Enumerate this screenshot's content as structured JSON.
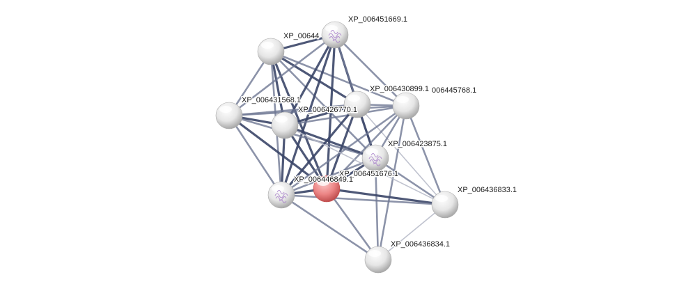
{
  "colors": {
    "edge_strong": "#3b4668",
    "edge_medium": "#6f7893",
    "edge_light": "#b9bdca",
    "node_default": "#f2f2f2",
    "node_default_shade": "#a9a9a9",
    "node_query": "#f08c8c",
    "node_query_shade": "#c24a4a",
    "structure_glyph": "#a77fc9"
  },
  "nodes": [
    {
      "id": "n_6451669",
      "label": "XP_006451669.1",
      "query": false,
      "structure": true
    },
    {
      "id": "n_644",
      "label": "XP_00644",
      "query": false,
      "structure": false
    },
    {
      "id": "n_6431568",
      "label": "XP_006431568.1",
      "query": false,
      "structure": false
    },
    {
      "id": "n_6426770",
      "label": "XP_006426770.1",
      "query": false,
      "structure": false
    },
    {
      "id": "n_6430899",
      "label": "XP_006430899.1",
      "query": false,
      "structure": false
    },
    {
      "id": "n_6445768",
      "label": "006445768.1",
      "query": false,
      "structure": false
    },
    {
      "id": "n_6423875",
      "label": "XP_006423875.1",
      "query": false,
      "structure": true
    },
    {
      "id": "n_6451676",
      "label": "XP_006451676.1",
      "query": true,
      "structure": false
    },
    {
      "id": "n_6446849",
      "label": "XP_006446849.1",
      "query": false,
      "structure": true
    },
    {
      "id": "n_6436833",
      "label": "XP_006436833.1",
      "query": false,
      "structure": false
    },
    {
      "id": "n_6436834",
      "label": "XP_006436834.1",
      "query": false,
      "structure": false
    }
  ],
  "edges": [
    [
      "n_644",
      "n_6451669",
      "strong"
    ],
    [
      "n_644",
      "n_6431568",
      "medium"
    ],
    [
      "n_644",
      "n_6426770",
      "strong"
    ],
    [
      "n_644",
      "n_6430899",
      "strong"
    ],
    [
      "n_644",
      "n_6445768",
      "medium"
    ],
    [
      "n_644",
      "n_6423875",
      "medium"
    ],
    [
      "n_644",
      "n_6451676",
      "strong"
    ],
    [
      "n_644",
      "n_6446849",
      "medium"
    ],
    [
      "n_6451669",
      "n_6431568",
      "medium"
    ],
    [
      "n_6451669",
      "n_6426770",
      "strong"
    ],
    [
      "n_6451669",
      "n_6430899",
      "strong"
    ],
    [
      "n_6451669",
      "n_6445768",
      "medium"
    ],
    [
      "n_6451669",
      "n_6423875",
      "medium"
    ],
    [
      "n_6451669",
      "n_6451676",
      "strong"
    ],
    [
      "n_6451669",
      "n_6446849",
      "strong"
    ],
    [
      "n_6431568",
      "n_6426770",
      "strong"
    ],
    [
      "n_6431568",
      "n_6430899",
      "medium"
    ],
    [
      "n_6431568",
      "n_6445768",
      "medium"
    ],
    [
      "n_6431568",
      "n_6423875",
      "medium"
    ],
    [
      "n_6431568",
      "n_6451676",
      "strong"
    ],
    [
      "n_6431568",
      "n_6446849",
      "medium"
    ],
    [
      "n_6426770",
      "n_6430899",
      "strong"
    ],
    [
      "n_6426770",
      "n_6445768",
      "medium"
    ],
    [
      "n_6426770",
      "n_6423875",
      "strong"
    ],
    [
      "n_6426770",
      "n_6451676",
      "strong"
    ],
    [
      "n_6426770",
      "n_6446849",
      "strong"
    ],
    [
      "n_6430899",
      "n_6445768",
      "medium"
    ],
    [
      "n_6430899",
      "n_6423875",
      "strong"
    ],
    [
      "n_6430899",
      "n_6451676",
      "strong"
    ],
    [
      "n_6430899",
      "n_6446849",
      "strong"
    ],
    [
      "n_6430899",
      "n_6436833",
      "light"
    ],
    [
      "n_6445768",
      "n_6423875",
      "medium"
    ],
    [
      "n_6445768",
      "n_6451676",
      "medium"
    ],
    [
      "n_6445768",
      "n_6446849",
      "medium"
    ],
    [
      "n_6445768",
      "n_6436833",
      "medium"
    ],
    [
      "n_6445768",
      "n_6436834",
      "medium"
    ],
    [
      "n_6423875",
      "n_6451676",
      "strong"
    ],
    [
      "n_6423875",
      "n_6446849",
      "medium"
    ],
    [
      "n_6423875",
      "n_6436833",
      "medium"
    ],
    [
      "n_6423875",
      "n_6436834",
      "medium"
    ],
    [
      "n_6451676",
      "n_6446849",
      "strong"
    ],
    [
      "n_6451676",
      "n_6436833",
      "strong"
    ],
    [
      "n_6451676",
      "n_6436834",
      "medium"
    ],
    [
      "n_6446849",
      "n_6436833",
      "medium"
    ],
    [
      "n_6446849",
      "n_6436834",
      "medium"
    ],
    [
      "n_6436833",
      "n_6436834",
      "light"
    ],
    [
      "n_6436833",
      "n_6426770",
      "light"
    ]
  ]
}
